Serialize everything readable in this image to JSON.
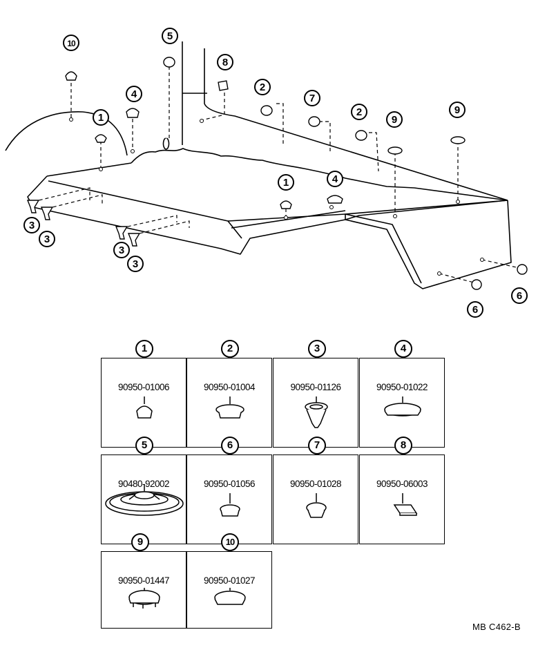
{
  "diagram": {
    "callouts": [
      "10",
      "5",
      "8",
      "4",
      "1",
      "2",
      "7",
      "2",
      "9",
      "9",
      "1",
      "4",
      "3",
      "3",
      "3",
      "3",
      "6",
      "6"
    ]
  },
  "parts": [
    {
      "ref": "1",
      "part_no": "90950-01006"
    },
    {
      "ref": "2",
      "part_no": "90950-01004"
    },
    {
      "ref": "3",
      "part_no": "90950-01126"
    },
    {
      "ref": "4",
      "part_no": "90950-01022"
    },
    {
      "ref": "5",
      "part_no": "90480-92002"
    },
    {
      "ref": "6",
      "part_no": "90950-01056"
    },
    {
      "ref": "7",
      "part_no": "90950-01028"
    },
    {
      "ref": "8",
      "part_no": "90950-06003"
    },
    {
      "ref": "9",
      "part_no": "90950-01447"
    },
    {
      "ref": "10",
      "part_no": "90950-01027"
    }
  ],
  "drawing_code": "MB  C462-B",
  "colors": {
    "ink": "#000000",
    "paper": "#ffffff"
  }
}
